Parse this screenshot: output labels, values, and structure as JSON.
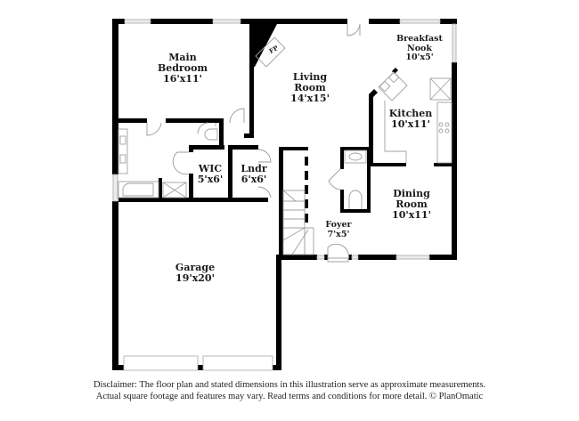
{
  "floor_plan": {
    "rooms": [
      {
        "id": "main-bedroom",
        "name_lines": [
          "Main",
          "Bedroom"
        ],
        "dims": "16'x11'"
      },
      {
        "id": "living-room",
        "name_lines": [
          "Living",
          "Room"
        ],
        "dims": "14'x15'"
      },
      {
        "id": "breakfast-nook",
        "name_lines": [
          "Breakfast",
          "Nook"
        ],
        "dims": "10'x5'"
      },
      {
        "id": "kitchen",
        "name_lines": [
          "Kitchen"
        ],
        "dims": "10'x11'"
      },
      {
        "id": "wic",
        "name_lines": [
          "WIC"
        ],
        "dims": "5'x6'"
      },
      {
        "id": "laundry",
        "name_lines": [
          "Lndr"
        ],
        "dims": "6'x6'"
      },
      {
        "id": "dining-room",
        "name_lines": [
          "Dining",
          "Room"
        ],
        "dims": "10'x11'"
      },
      {
        "id": "foyer",
        "name_lines": [
          "Foyer"
        ],
        "dims": "7'x5'"
      },
      {
        "id": "garage",
        "name_lines": [
          "Garage"
        ],
        "dims": "19'x20'"
      }
    ],
    "fireplace_label": "FP",
    "colors": {
      "wall": "#000000",
      "fixture": "#b5b5b5",
      "window": "#d9d9d9",
      "background": "#ffffff"
    }
  },
  "disclaimer": {
    "line1": "Disclaimer: The floor plan and stated dimensions in this illustration serve as approximate measurements.",
    "line2": "Actual square footage and features may vary. Read terms and conditions for more detail. © PlanOmatic"
  }
}
